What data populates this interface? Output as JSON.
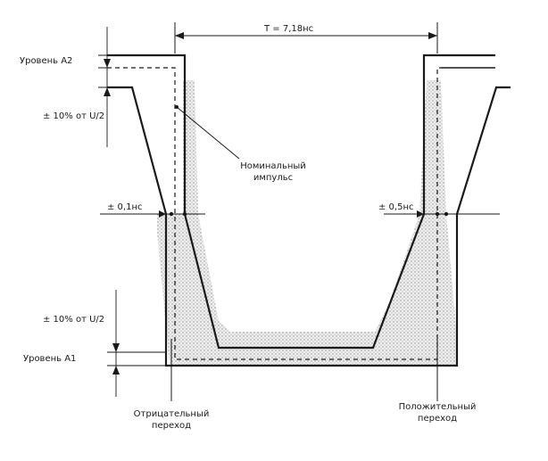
{
  "diagram": {
    "period_label": "T = 7,18нс",
    "level_a2_label": "Уровень А2",
    "level_a1_label": "Уровень А1",
    "tolerance_top_label": "± 10% от U/2",
    "tolerance_bottom_label": "± 10% от U/2",
    "neg_tolerance_label": "± 0,1нс",
    "pos_tolerance_label": "± 0,5нс",
    "nominal_pulse_label_line1": "Номинальный",
    "nominal_pulse_label_line2": "импульс",
    "negative_transition_line1": "Отрицательный",
    "negative_transition_line2": "переход",
    "positive_transition_line1": "Положительный",
    "positive_transition_line2": "переход"
  }
}
